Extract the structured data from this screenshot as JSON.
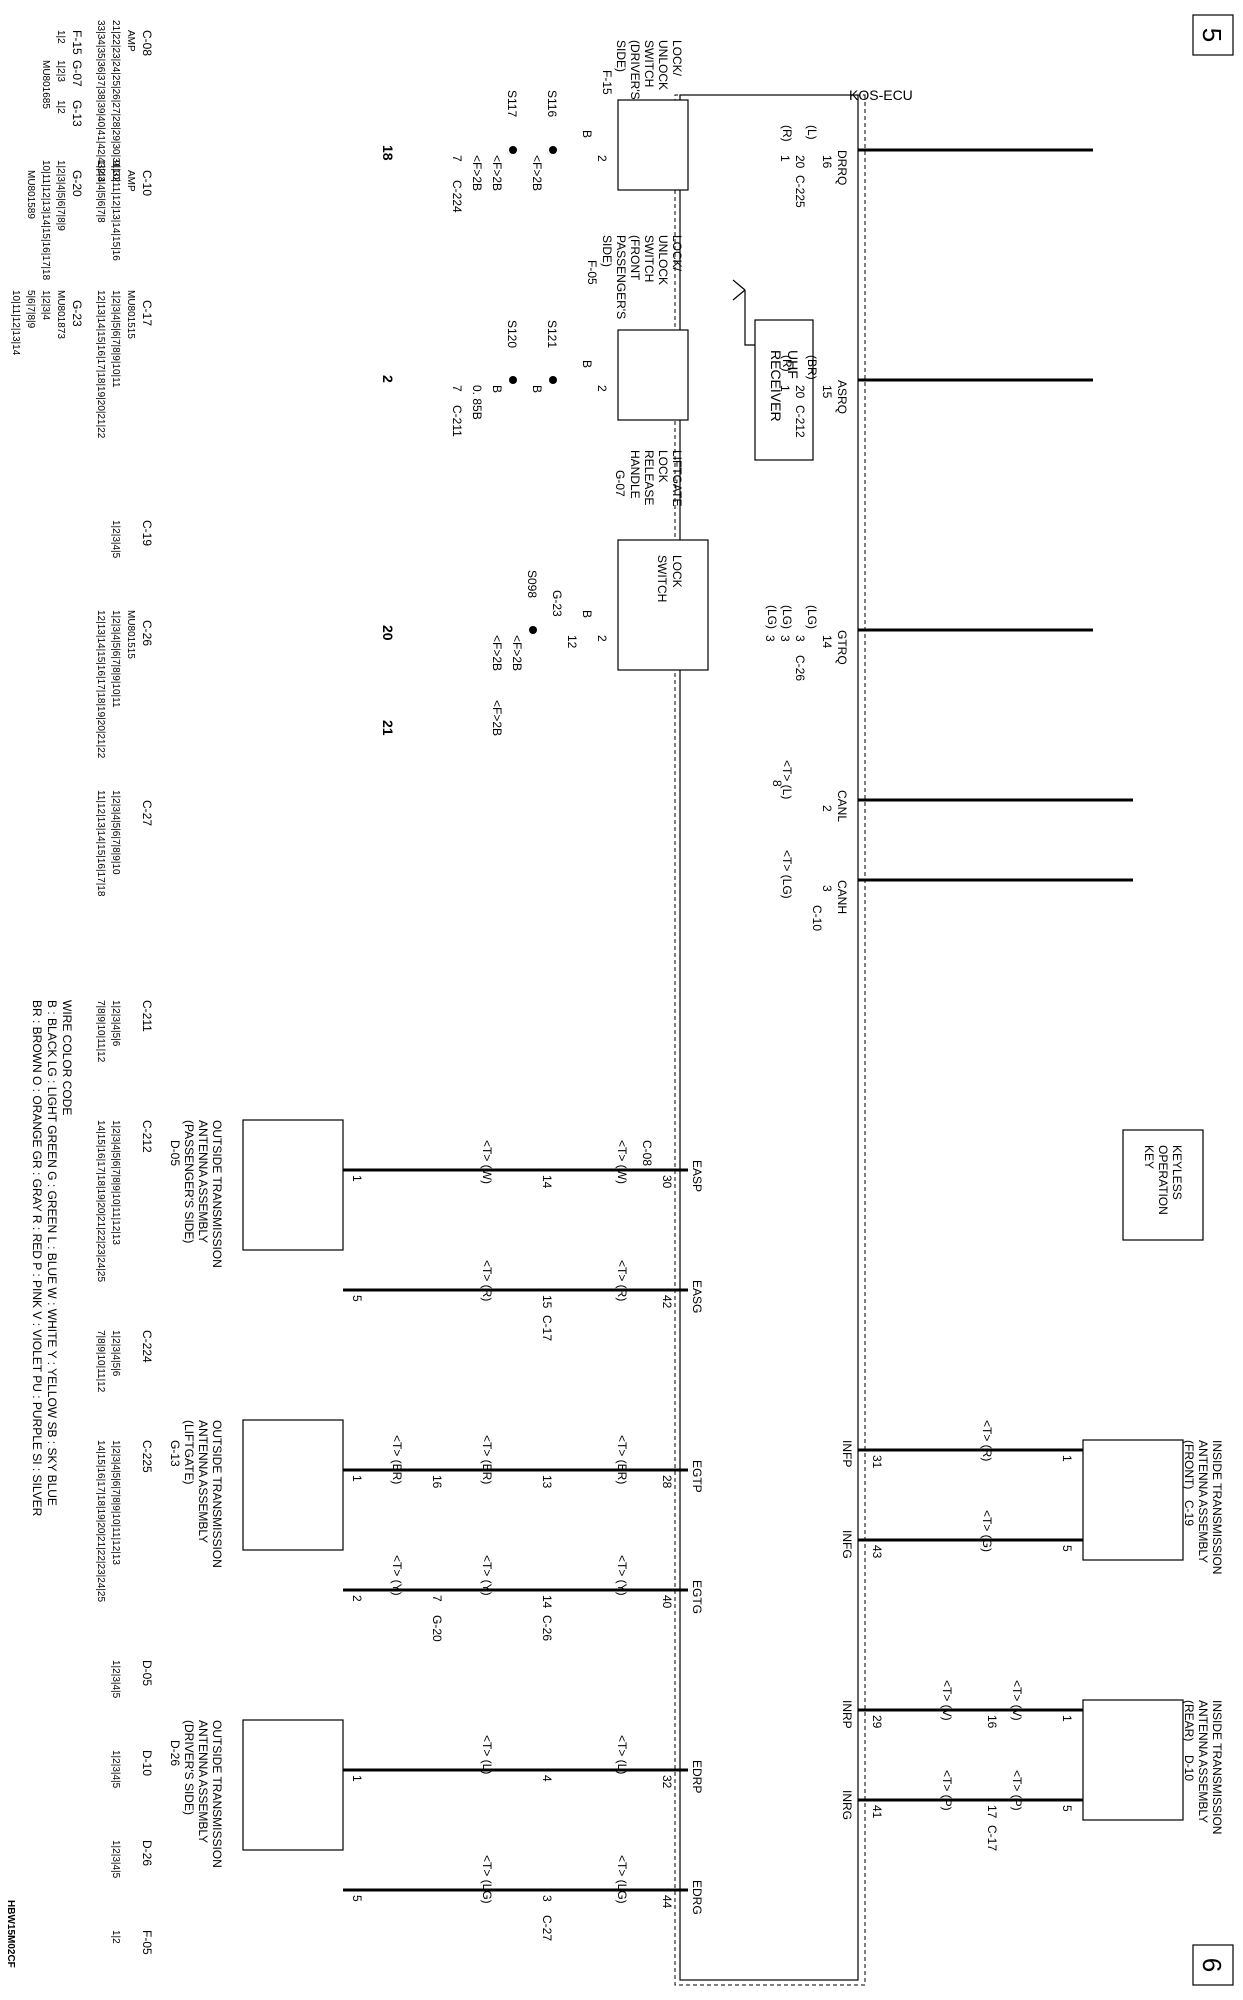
{
  "page_numbers": {
    "top": "5",
    "bottom": "6"
  },
  "ecu": {
    "name": "KOS-ECU"
  },
  "uhf": {
    "label_1": "UHF",
    "label_2": "RECEIVER"
  },
  "keyless": {
    "label_1": "KEYLESS",
    "label_2": "OPERATION",
    "label_3": "KEY"
  },
  "drrq": {
    "pin_label": "DRRQ",
    "pin": "16",
    "color": "(L)",
    "sw_pin1": "20",
    "conn": "C-225",
    "color2": "(R)",
    "sw_pin2": "1",
    "title_1": "LOCK/",
    "title_2": "UNLOCK",
    "title_3": "SWITCH",
    "title_4": "(DRIVER'S",
    "title_5": "SIDE)",
    "title_conn": "F-15",
    "b_pin": "2",
    "b_color": "B",
    "gnd_pin": "7",
    "gnd_conn": "C-224",
    "s_a": "S116",
    "s_b": "S117",
    "f2b_a": "<F>2B",
    "f2b_b": "<F>2B",
    "f2b_c": "<F>2B",
    "gnd_num": "18"
  },
  "asrq": {
    "pin_label": "ASRQ",
    "pin": "15",
    "color": "(BR)",
    "sw_pin1": "20",
    "conn": "C-212",
    "color2": "(R)",
    "sw_pin2": "1",
    "title_1": "LOCK/",
    "title_2": "UNLOCK",
    "title_3": "SWITCH",
    "title_4": "(FRONT",
    "title_5": "PASSENGER'S",
    "title_6": "SIDE)",
    "title_conn": "F-05",
    "b_pin": "2",
    "b_color": "B",
    "gnd_pin": "7",
    "gnd_conn": "C-211",
    "s_a": "S121",
    "s_b": "S120",
    "b_a": "B",
    "b_b": "B",
    "b_c": "0. 85B",
    "gnd_num": "2"
  },
  "gtrq": {
    "pin_label": "GTRQ",
    "pin": "14",
    "color": "(LG)",
    "sw_pin1": "3",
    "conn": "C-26",
    "color2": "(LG)",
    "sw_pin2": "3",
    "color3": "(LG)",
    "sw_pin3": "3",
    "title_1": "LIFTGATE",
    "title_2": "LOCK",
    "title_3": "RELEASE",
    "title_4": "HANDLE",
    "title_conn": "G-07",
    "sw_1": "LOCK",
    "sw_2": "SWITCH",
    "b_pin": "2",
    "b_color": "B",
    "p12": "12",
    "g23": "G-23",
    "s": "S098",
    "f2b_a": "<F>2B",
    "f2b_b": "<F>2B",
    "f2b_c": "<F>2B",
    "gnd_a": "20",
    "gnd_b": "21"
  },
  "can": {
    "canl": "CANL",
    "canh": "CANH",
    "pin_l": "2",
    "pin_h": "3",
    "conn": "C-10",
    "color_l": "<T> (L)",
    "color_h": "<T> (LG)",
    "ref": "8"
  },
  "inside_front": {
    "title_1": "INSIDE TRANSMISSION",
    "title_2": "ANTENNA ASSEMBLY",
    "title_3": "(FRONT)",
    "conn": "C-19",
    "pin_a": "1",
    "pin_b": "5",
    "infp": "INFP",
    "infg": "INFG",
    "p31": "31",
    "p43": "43",
    "c_r": "<T> (R)",
    "c_g": "<T> (G)"
  },
  "inside_rear": {
    "title_1": "INSIDE TRANSMISSION",
    "title_2": "ANTENNA ASSEMBLY",
    "title_3": "(REAR)",
    "conn": "D-10",
    "pin_a": "1",
    "pin_b": "5",
    "inrp": "INRP",
    "inrg": "INRG",
    "p29": "29",
    "p41": "41",
    "p16": "16",
    "p17": "17",
    "c17": "C-17",
    "c_v1": "<T> (V)",
    "c_v2": "<T> (V)",
    "c_p1": "<T> (P)",
    "c_p2": "<T> (P)"
  },
  "pass_ant": {
    "title_1": "OUTSIDE TRANSMISSION",
    "title_2": "ANTENNA ASSEMBLY",
    "title_3": "(PASSENGER'S SIDE)",
    "conn": "D-05",
    "easp": "EASP",
    "easg": "EASG",
    "p30": "30",
    "p42": "42",
    "p14": "14",
    "p15": "15",
    "c17": "C-17",
    "c08": "C-08",
    "pin_a": "1",
    "pin_b": "5",
    "cw1": "<T> (W)",
    "cw2": "<T> (W)",
    "cr1": "<T> (R)",
    "cr2": "<T> (R)"
  },
  "lift_ant": {
    "title_1": "OUTSIDE TRANSMISSION",
    "title_2": "ANTENNA ASSEMBLY",
    "title_3": "(LIFTGATE)",
    "conn": "G-13",
    "egtp": "EGTP",
    "egtg": "EGTG",
    "p28": "28",
    "p40": "40",
    "p13": "13",
    "p14": "14",
    "c26": "C-26",
    "p16": "16",
    "p7": "7",
    "g20": "G-20",
    "pin_a": "1",
    "pin_b": "2",
    "br1": "<T> (BR)",
    "br2": "<T> (BR)",
    "br3": "<T> (BR)",
    "y1": "<T> (Y)",
    "y2": "<T> (Y)",
    "y3": "<T> (Y)"
  },
  "drv_ant": {
    "title_1": "OUTSIDE TRANSMISSION",
    "title_2": "ANTENNA ASSEMBLY",
    "title_3": "(DRIVER'S SIDE)",
    "conn": "D-26",
    "edrp": "EDRP",
    "edrg": "EDRG",
    "p32": "32",
    "p44": "44",
    "p4": "4",
    "p3": "3",
    "c27": "C-27",
    "pin_a": "1",
    "pin_b": "5",
    "l1": "<T> (L)",
    "l2": "<T> (L)",
    "lg1": "<T> (LG)",
    "lg2": "<T> (LG)"
  },
  "connectors": {
    "c08": "C-08",
    "c10": "C-10",
    "c17": "C-17",
    "c19": "C-19",
    "c26": "C-26",
    "c27": "C-27",
    "c211": "C-211",
    "c212": "C-212",
    "c224": "C-224",
    "c225": "C-225",
    "d05": "D-05",
    "d10": "D-10",
    "d26": "D-26",
    "f05": "F-05",
    "f15": "F-15",
    "g07": "G-07",
    "g13": "G-13",
    "g20": "G-20",
    "g23": "G-23",
    "amp": "AMP",
    "mu_a": "MU801685",
    "mu_b": "MU801589",
    "mu_c": "MU801515",
    "mu_d": "MU801873",
    "mu_e": "MU801515",
    "c08_r1": "21|22|23|24|25|26|27|28|29|30|31|32",
    "c08_r2": "33|34|35|36|37|38|39|40|41|42|43|44",
    "c10_r1": "9|10|11|12|13|14|15|16",
    "c10_r2": "1|2|3|4|5|6|7|8",
    "c17_r1": "1|2|3|4|5|6|7|8|9|10|11",
    "c17_r2": "12|13|14|15|16|17|18|19|20|21|22",
    "g20_r1": "1|2|3|4|5|6|7|8|9",
    "g20_r2": "10|11|12|13|14|15|16|17|18",
    "g23_r1": "1|2|3|4",
    "g23_r2": "5|6|7|8|9",
    "g23_r3": "10|11|12|13|14",
    "c19_r": "1|2|3|4|5",
    "c26_r1": "1|2|3|4|5|6|7|8|9|10|11",
    "c26_r2": "12|13|14|15|16|17|18|19|20|21|22",
    "c27_r1": "1|2|3|4|5|6|7|8|9|10",
    "c27_r2": "11|12|13|14|15|16|17|18",
    "c211_r1": "1|2|3|4|5|6",
    "c211_r2": "7|8|9|10|11|12",
    "c212_r1": "1|2|3|4|5|6|7|8|9|10|11|12|13",
    "c212_r2": "14|15|16|17|18|19|20|21|22|23|24|25",
    "c224_r1": "1|2|3|4|5|6",
    "c224_r2": "7|8|9|10|11|12",
    "c225_r1": "1|2|3|4|5|6|7|8|9|10|11|12|13",
    "c225_r2": "14|15|16|17|18|19|20|21|22|23|24|25",
    "d05_r": "1|2|3|4|5",
    "d10_r": "1|2|3|4|5",
    "d26_r": "1|2|3|4|5",
    "f15_p": "1|2",
    "g07_p": "1|2|3",
    "g13_p": "1|2",
    "f05_p": "1|2"
  },
  "wire_code": {
    "title": "WIRE COLOR CODE",
    "line_1": "B : BLACK    LG : LIGHT GREEN    G : GREEN    L : BLUE    W : WHITE    Y : YELLOW    SB : SKY BLUE",
    "line_2": "BR : BROWN    O : ORANGE    GR : GRAY    R : RED    P : PINK    V : VIOLET    PU : PURPLE    SI : SILVER"
  },
  "figure_id": "HBW15M02CF"
}
